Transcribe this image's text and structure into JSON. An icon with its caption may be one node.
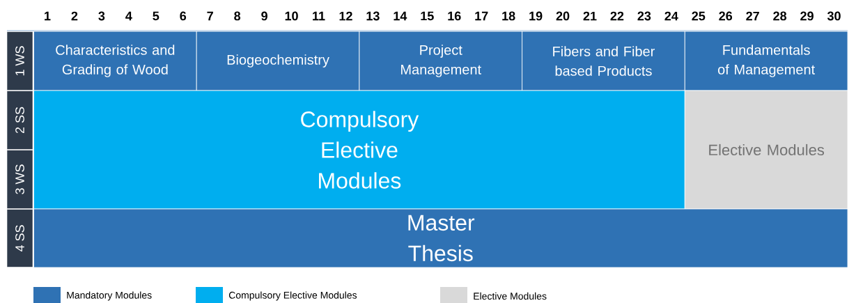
{
  "diagram": {
    "nodes": [
      {
        "text": [
          "1 WS"
        ]
      },
      {
        "text": [
          "Characteristics and Grading of Wood"
        ]
      },
      {
        "text": [
          "Biogeochemistry"
        ]
      },
      {
        "text": [
          "Project Management"
        ]
      },
      {
        "text": [
          "Fibers and Fiber based Products"
        ]
      },
      {
        "text": [
          "Fundamentals of Management"
        ]
      },
      {
        "text": [
          "2 SS"
        ]
      },
      {
        "text": [
          "Compulsory Elective Modules"
        ]
      },
      {
        "text": [
          "Elective Modules"
        ]
      },
      {
        "text": [
          "3 WS"
        ]
      },
      {
        "text": [
          "4 SS"
        ]
      },
      {
        "text": [
          "Master Thesis"
        ]
      }
    ],
    "labels": [
      "1",
      "2",
      "3",
      "4",
      "5",
      "6",
      "7",
      "8",
      "9",
      "10",
      "11",
      "12",
      "13",
      "14",
      "15",
      "16",
      "17",
      "18",
      "19",
      "20",
      "21",
      "22",
      "23",
      "24",
      "25",
      "26",
      "27",
      "28",
      "29",
      "30"
    ],
    "legend": [
      {
        "text": "Mandatory Modules",
        "color": "#2f72b4"
      },
      {
        "text": "Compulsory Elective Modules",
        "color": "#00aeef"
      },
      {
        "text": "Elective Modules",
        "color": "#d9d9d9"
      }
    ]
  }
}
